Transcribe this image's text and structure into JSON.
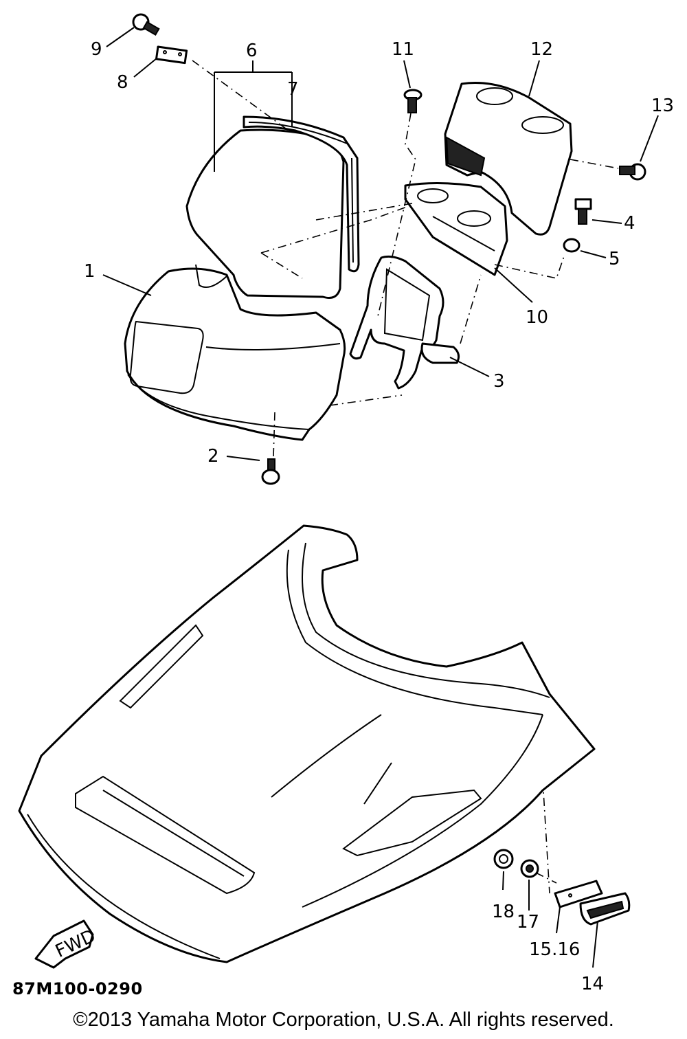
{
  "callouts": {
    "c1": "1",
    "c2": "2",
    "c3": "3",
    "c4": "4",
    "c5": "5",
    "c6": "6",
    "c7": "7",
    "c8": "8",
    "c9": "9",
    "c10": "10",
    "c11": "11",
    "c12": "12",
    "c13": "13",
    "c14": "14",
    "c15_16": "15.16",
    "c17": "17",
    "c18": "18"
  },
  "fwd_label": "FWD",
  "diagram_code": "87M100-0290",
  "copyright": "©2013 Yamaha Motor Corporation, U.S.A. All rights reserved."
}
